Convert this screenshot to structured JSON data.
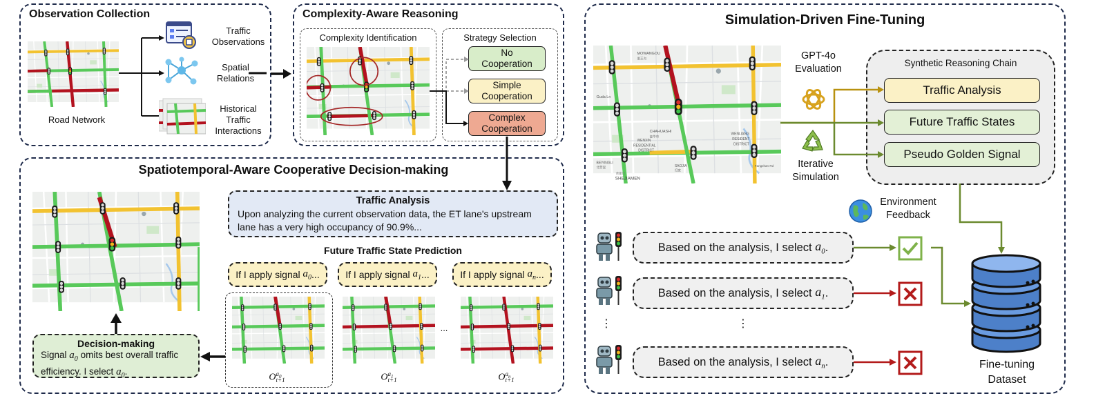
{
  "observation": {
    "title": "Observation Collection",
    "road_network": "Road Network",
    "traffic_obs": [
      "Traffic",
      "Observations"
    ],
    "spatial": [
      "Spatial",
      "Relations"
    ],
    "historical": [
      "Historical",
      "Traffic",
      "Interactions"
    ]
  },
  "complexity": {
    "title": "Complexity-Aware Reasoning",
    "identification": "Complexity Identification",
    "strategy_title": "Strategy Selection",
    "strategies": [
      {
        "line1": "No",
        "line2": "Cooperation",
        "color": "#d8edc9"
      },
      {
        "line1": "Simple",
        "line2": "Cooperation",
        "color": "#fbf1c6"
      },
      {
        "line1": "Complex",
        "line2": "Cooperation",
        "color": "#eea992"
      }
    ]
  },
  "decision_panel": {
    "title": "Spatiotemporal-Aware Cooperative Decision-making",
    "analysis_title": "Traffic Analysis",
    "analysis_line1": "Upon analyzing the current observation data, the ET lane's upstream",
    "analysis_line2": "lane has a very high occupancy of 90.9%...",
    "prediction_title": "Future Traffic State Prediction",
    "apply_prefix": "If I apply signal",
    "apply_subs": [
      "0",
      "1",
      "n"
    ],
    "ellipsis": "...",
    "decision_title": "Decision-making",
    "decision_l1a": "Signal",
    "decision_l1b": "omits best overall traffic",
    "decision_l2a": "efficiency. I select",
    "decision_l2b": "."
  },
  "finetune": {
    "title": "Simulation-Driven Fine-Tuning",
    "gpt_eval": [
      "GPT-4o",
      "Evaluation"
    ],
    "iterative": [
      "Iterative",
      "Simulation"
    ],
    "chain_title": "Synthetic Reasoning Chain",
    "chain_items": [
      {
        "label": "Traffic Analysis",
        "color": "#fbf1c6"
      },
      {
        "label": "Future Traffic States",
        "color": "#e3f0d6"
      },
      {
        "label": "Pseudo Golden Signal",
        "color": "#e3f0d6"
      }
    ],
    "env_feedback": [
      "Environment",
      "Feedback"
    ],
    "select_text": "Based on the analysis, I select",
    "select_subs": [
      "0",
      "1",
      "n"
    ],
    "vdots": "⋮",
    "dataset": [
      "Fine-tuning",
      "Dataset"
    ]
  },
  "map_labels": {
    "top": [
      "MOWANGOU",
      "墨王沟"
    ],
    "left": "Guda Ln",
    "mid": [
      "CHAHUASHI",
      "查华市"
    ],
    "lower": [
      "WENXIN",
      "RESIDENTIAL",
      "DISTRICT"
    ],
    "right": [
      "WENLIANG",
      "RESIDENT",
      "DISTRICT"
    ],
    "bottom": [
      "SHEJIAMEN",
      "佘家门"
    ],
    "bottom_mid": [
      "SAOJIA",
      "扫家"
    ],
    "bottom_left": [
      "BEIYINGLI",
      "北营里"
    ],
    "far_right": "Fangzhan Rd"
  },
  "colors": {
    "panel_border": "#1e2a4a",
    "road_green": "#58c95a",
    "road_yellow": "#f2c230",
    "road_red": "#b3121f",
    "arrow_olive": "#6b8a2f",
    "arrow_gold": "#b8910f",
    "arrow_red": "#b31b1b",
    "chain_bg": "#eeeeee"
  }
}
